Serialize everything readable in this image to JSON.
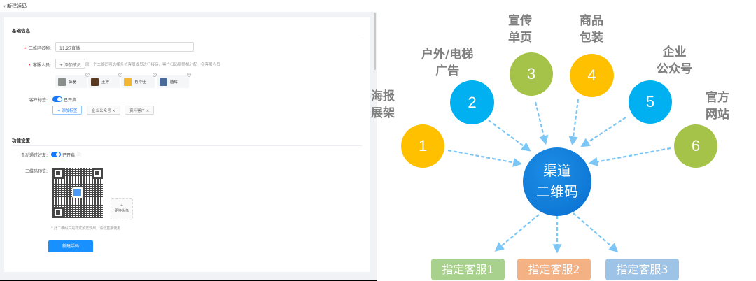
{
  "left": {
    "header": {
      "back_icon": "‹",
      "title": "新建活码"
    },
    "basic": {
      "title": "基础信息",
      "name_label": "二维码名称:",
      "name_value": "11.27直播",
      "staff_label": "客服人员:",
      "add_member": "+ 添加成员",
      "staff_hint": "同一个二维码可选择多位客服成员进行接待，客户扫码后随机分配一名客服人员",
      "members": [
        {
          "name": "彭磊",
          "color": "#8a8f8c"
        },
        {
          "name": "王婷",
          "color": "#5a3a22"
        },
        {
          "name": "肖萍仕",
          "color": "#f2b632"
        },
        {
          "name": "唐辉",
          "color": "#4a6a9a"
        }
      ],
      "tag_label": "客户标签:",
      "tag_toggle": "已开启",
      "add_tag": "+ 添加标签",
      "tags": [
        "企业公众号 ×",
        "资料客户 ×"
      ]
    },
    "func": {
      "title": "功能设置",
      "auto_label": "自动通过好友:",
      "auto_toggle": "已开启",
      "preview_label": "二维码预览:",
      "upload_plus": "+",
      "upload_label": "更换头像",
      "qr_hint": "* 此二维码只是样式预览效果，请勿直接使用",
      "submit": "新建活码"
    }
  },
  "diagram": {
    "center": {
      "line1": "渠道",
      "line2": "二维码",
      "color": "#0a78d8"
    },
    "nodes": [
      {
        "num": "1",
        "caption1": "海报",
        "caption2": "展架",
        "color": "#ffc000"
      },
      {
        "num": "2",
        "caption1": "户外/电梯",
        "caption2": "广告",
        "color": "#00b0f0"
      },
      {
        "num": "3",
        "caption1": "宣传",
        "caption2": "单页",
        "color": "#a5c249"
      },
      {
        "num": "4",
        "caption1": "商品",
        "caption2": "包装",
        "color": "#ffc000"
      },
      {
        "num": "5",
        "caption1": "企业",
        "caption2": "公众号",
        "color": "#00b0f0"
      },
      {
        "num": "6",
        "caption1": "官方",
        "caption2": "网站",
        "color": "#a5c249"
      }
    ],
    "services": [
      {
        "label": "指定客服1",
        "color": "#a9d18e"
      },
      {
        "label": "指定客服2",
        "color": "#f4b183"
      },
      {
        "label": "指定客服3",
        "color": "#9dc3e6"
      }
    ],
    "arrow_color": "#7cc6f5"
  }
}
